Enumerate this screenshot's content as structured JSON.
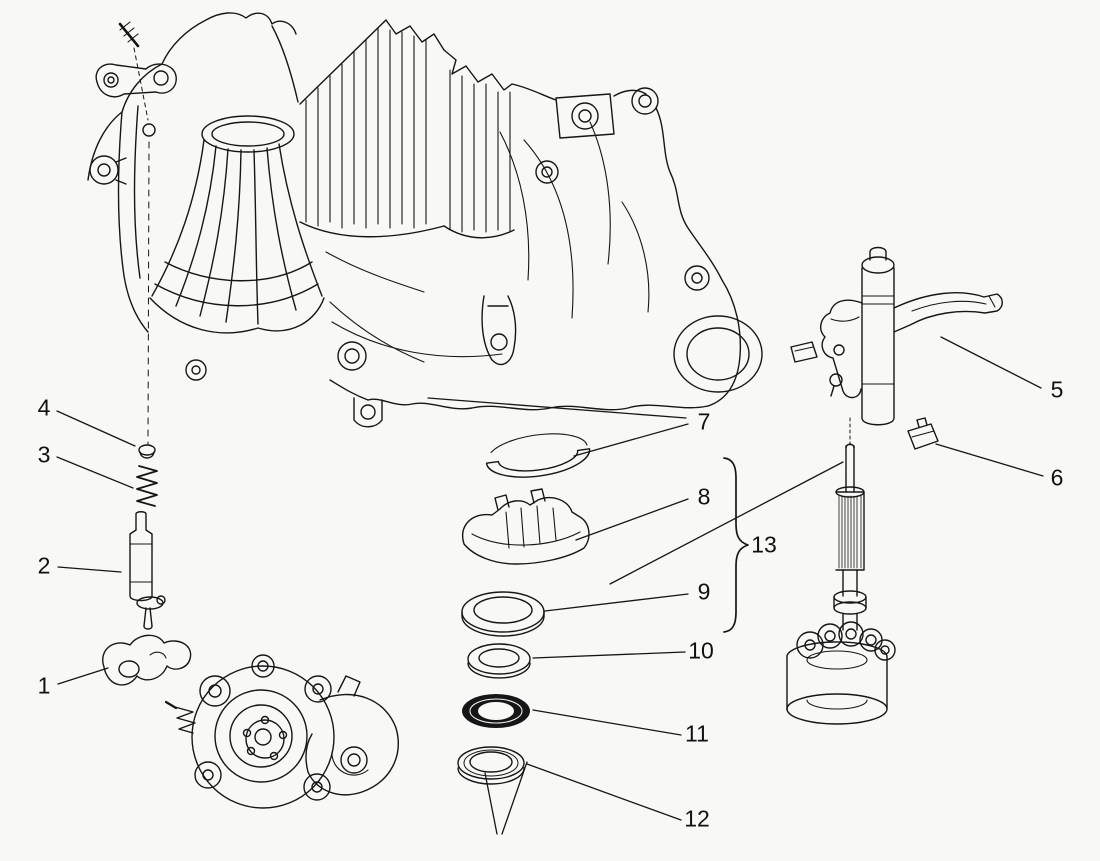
{
  "diagram": {
    "background_color": "#f8f8f6",
    "line_color": "#161616",
    "callouts": [
      {
        "label": "1"
      },
      {
        "label": "2"
      },
      {
        "label": "3"
      },
      {
        "label": "4"
      },
      {
        "label": "5"
      },
      {
        "label": "6"
      },
      {
        "label": "7"
      },
      {
        "label": "8"
      },
      {
        "label": "9"
      },
      {
        "label": "10"
      },
      {
        "label": "11"
      },
      {
        "label": "12"
      },
      {
        "label": "13"
      }
    ]
  }
}
